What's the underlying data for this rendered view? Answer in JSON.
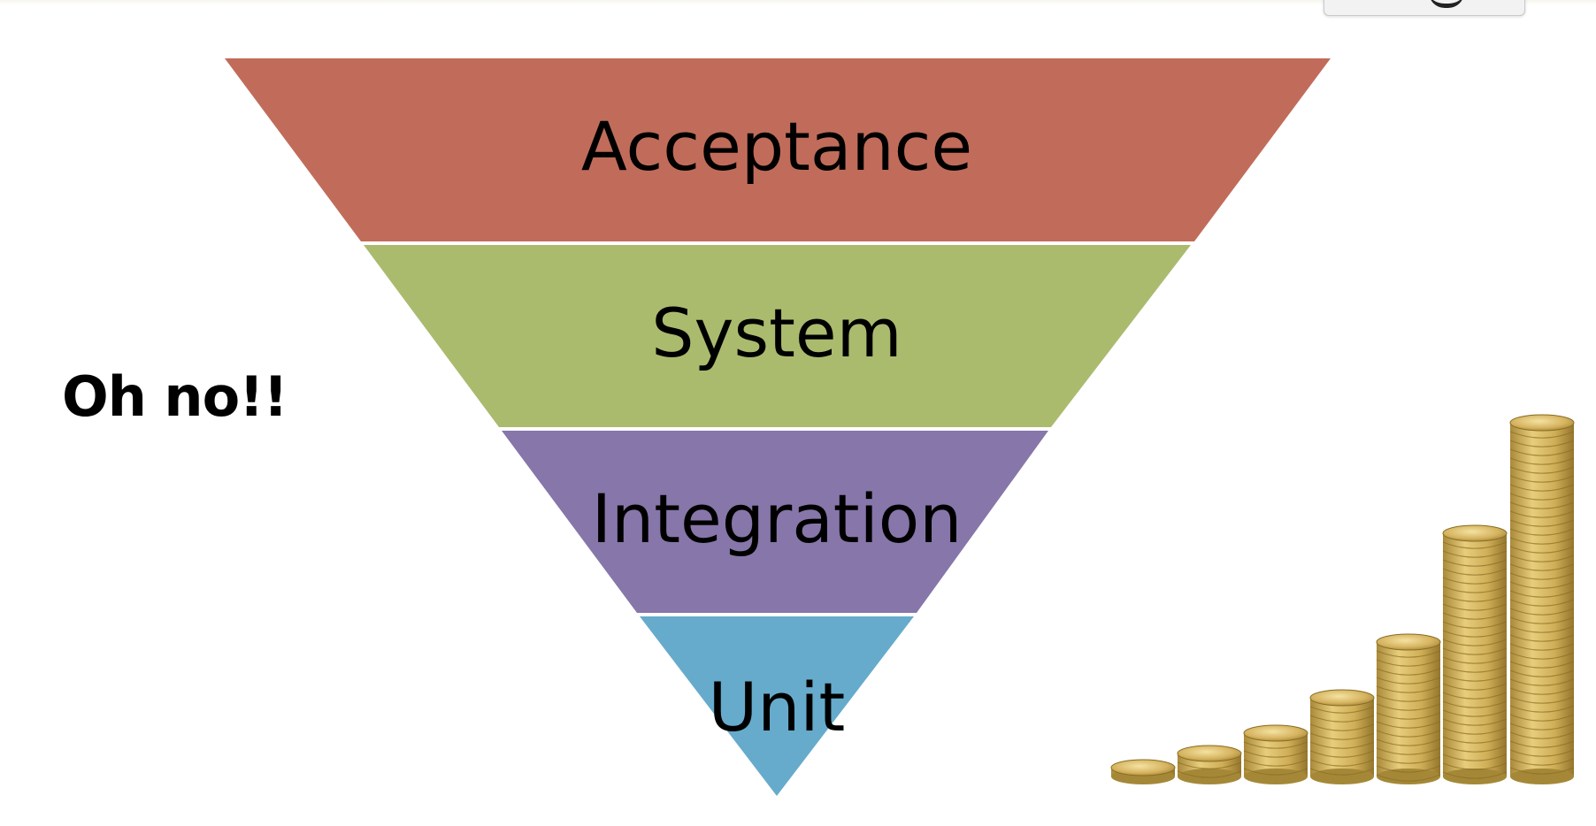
{
  "diagram": {
    "type": "inverted-pyramid",
    "layers": [
      {
        "label": "Acceptance",
        "color": "#c16c5a"
      },
      {
        "label": "System",
        "color": "#aabb6e"
      },
      {
        "label": "Integration",
        "color": "#8776a9"
      },
      {
        "label": "Unit",
        "color": "#66abcb"
      }
    ]
  },
  "side_note": "Oh no!!",
  "decoration": {
    "image": "stacked-gold-coins",
    "coin_color": "#d8b24e"
  }
}
